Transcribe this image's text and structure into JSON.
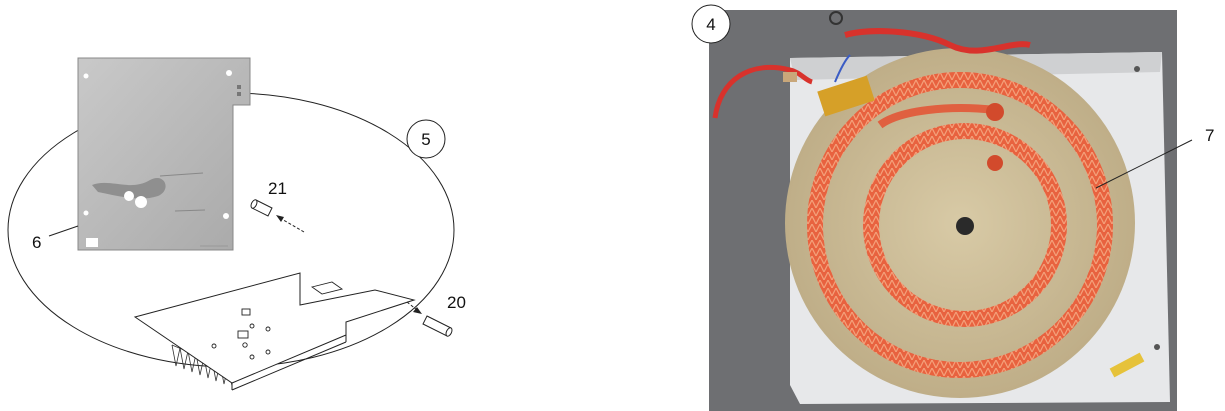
{
  "left_diagram": {
    "callouts": {
      "plate_callout": "6",
      "assembly_callout": "5",
      "fuse_top_callout": "21",
      "fuse_bottom_callout": "20"
    }
  },
  "right_photo": {
    "callouts": {
      "heater_callout": "4",
      "coil_callout": "7"
    }
  },
  "colors": {
    "plate": "#b9b9b9",
    "photo_background": "#6e6f72",
    "insulation": "#cdbd9a",
    "coil": "#e85a3a",
    "wire": "#d8322c",
    "line": "#111111"
  }
}
